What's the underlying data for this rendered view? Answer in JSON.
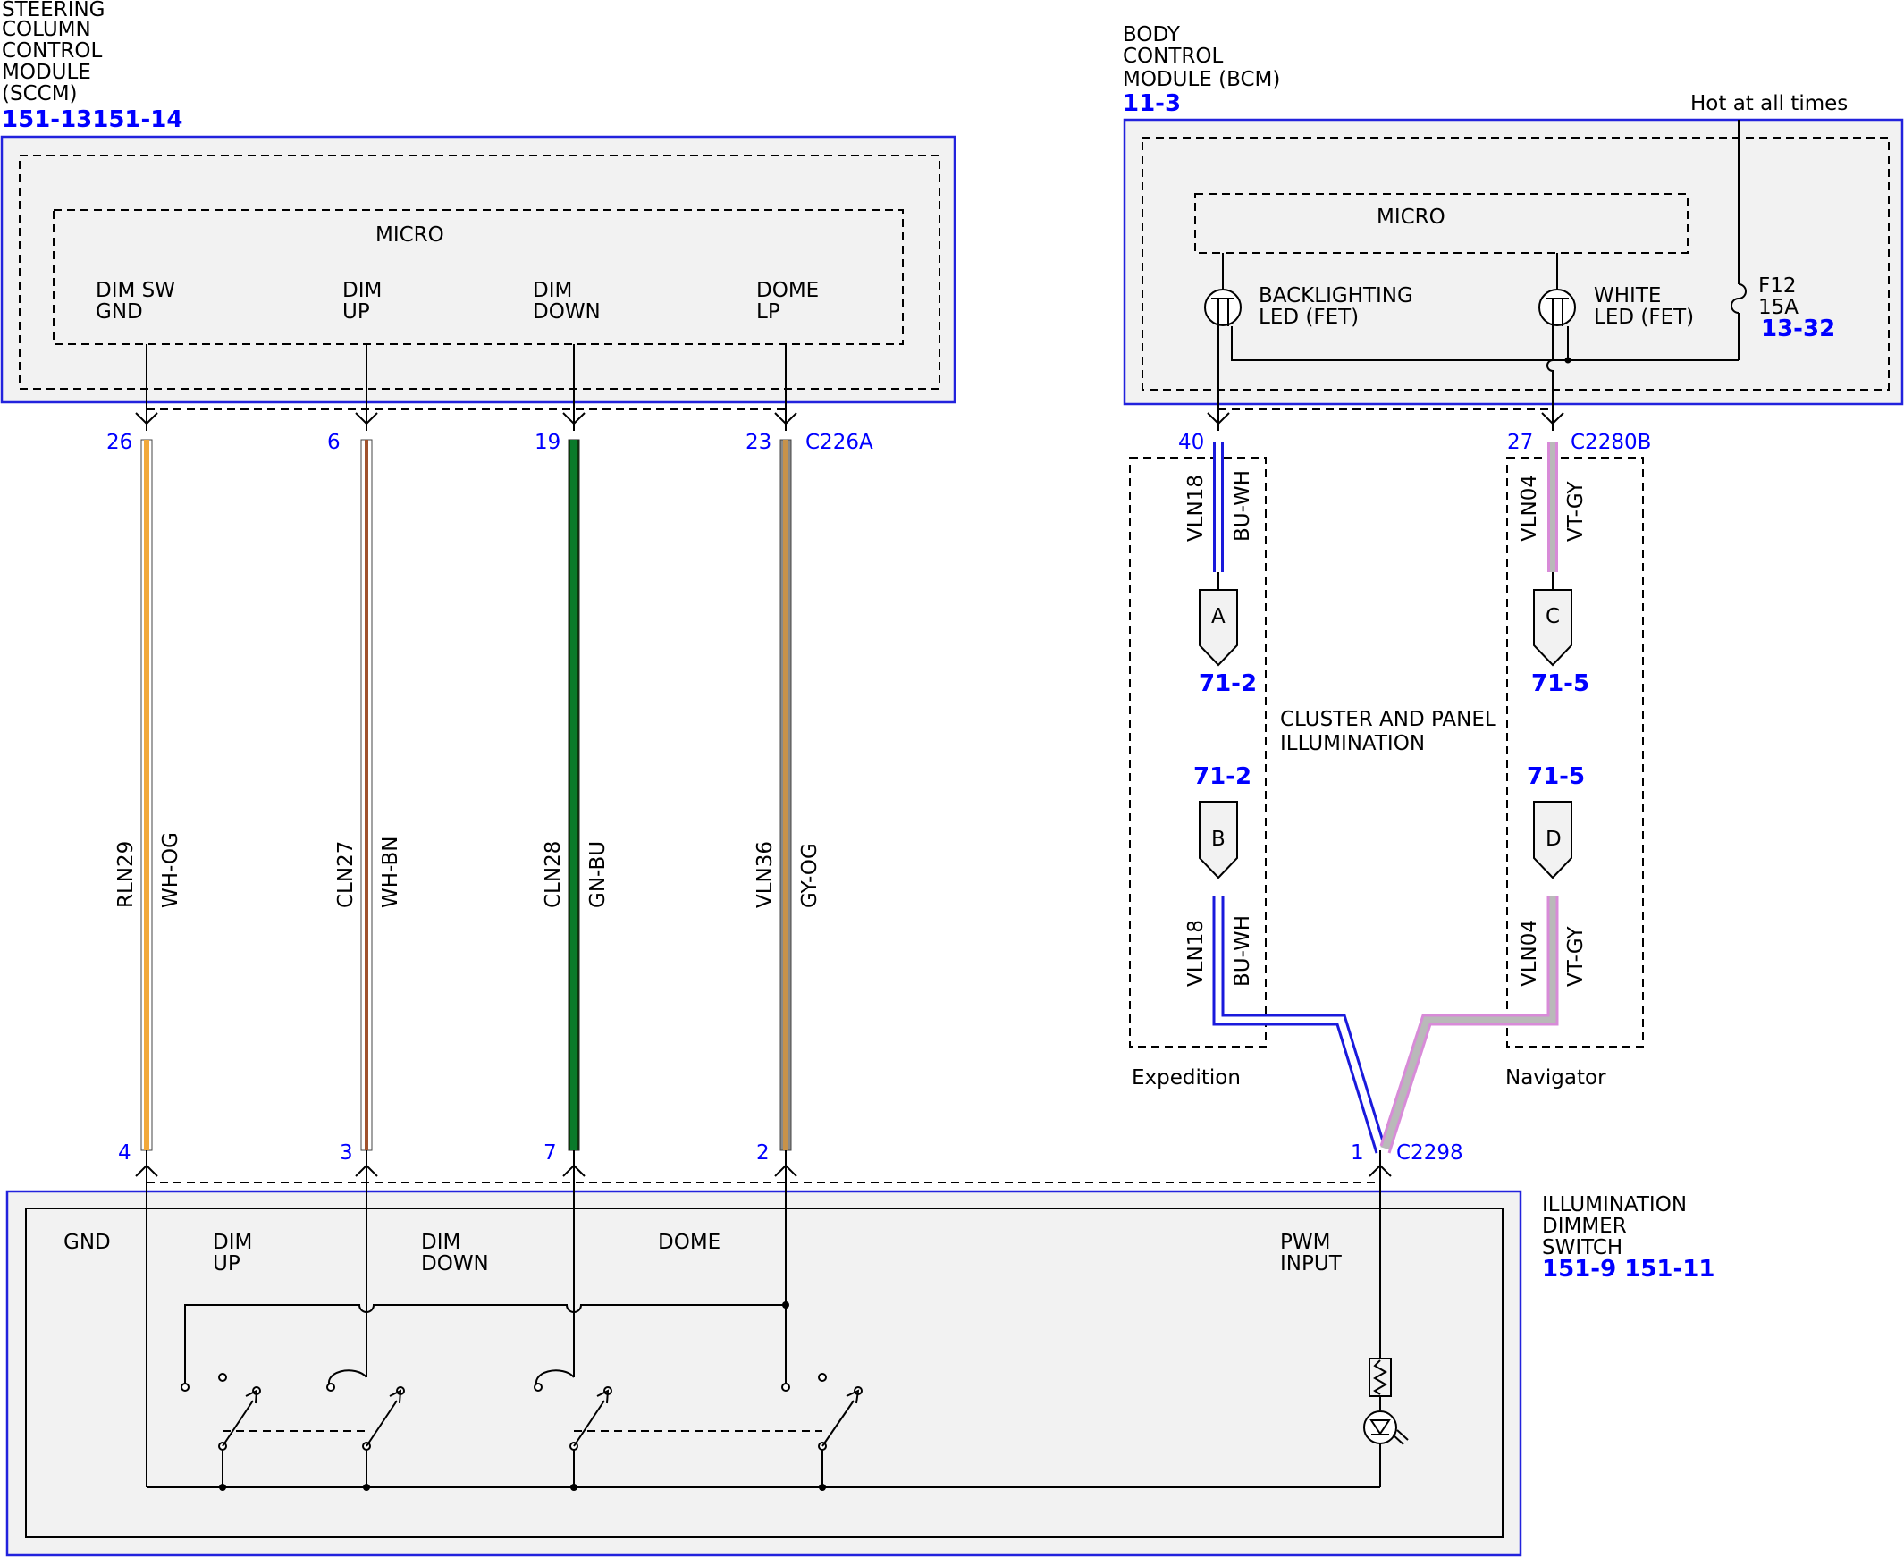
{
  "sccm": {
    "title": [
      "STEERING",
      "COLUMN",
      "CONTROL",
      "MODULE",
      "(SCCM)"
    ],
    "ref": "151-13151-14",
    "micro_label": "MICRO",
    "pins": [
      {
        "name": [
          "DIM SW",
          "GND"
        ],
        "pin": "26",
        "circuit": "RLN29",
        "color_code": "WH-OG",
        "bottom_pin": "4",
        "wire_color": "#f2a93b"
      },
      {
        "name": [
          "DIM",
          "UP"
        ],
        "pin": "6",
        "circuit": "CLN27",
        "color_code": "WH-BN",
        "bottom_pin": "3",
        "wire_color": "#a0522d"
      },
      {
        "name": [
          "DIM",
          "DOWN"
        ],
        "pin": "19",
        "circuit": "CLN28",
        "color_code": "GN-BU",
        "bottom_pin": "7",
        "wire_color": "#0a7a2a"
      },
      {
        "name": [
          "DOME",
          "LP"
        ],
        "pin": "23",
        "circuit": "VLN36",
        "color_code": "GY-OG",
        "bottom_pin": "2",
        "wire_color": "#c8924a"
      }
    ],
    "connector": "C226A"
  },
  "bcm": {
    "title": [
      "BODY",
      "CONTROL",
      "MODULE (BCM)"
    ],
    "ref": "11-3",
    "hot_label": "Hot at all times",
    "micro_label": "MICRO",
    "fuse": {
      "name": "F12",
      "rating": "15A",
      "ref": "13-32"
    },
    "leds": [
      {
        "label": [
          "BACKLIGHTING",
          "LED (FET)"
        ]
      },
      {
        "label": [
          "WHITE",
          "LED (FET)"
        ]
      }
    ]
  },
  "harness": {
    "left": {
      "pin": "40",
      "circuit": "VLN18",
      "color_code": "BU-WH",
      "wire_color": "#1a1adc",
      "top_connector": "A",
      "top_ref": "71-2",
      "bottom_connector": "B",
      "bottom_ref": "71-2",
      "label": "Expedition"
    },
    "right": {
      "pin": "27",
      "circuit": "VLN04",
      "color_code": "VT-GY",
      "wire_color": "#d88bd8",
      "top_connector": "C",
      "top_ref": "71-5",
      "bottom_connector": "D",
      "bottom_ref": "71-5",
      "label": "Navigator"
    },
    "right_connector": "C2280B",
    "center_label": [
      "CLUSTER AND PANEL",
      "ILLUMINATION"
    ]
  },
  "dimmer": {
    "title": [
      "ILLUMINATION",
      "DIMMER",
      "SWITCH"
    ],
    "refs": "151-9  151-11",
    "labels": {
      "gnd": [
        "GND"
      ],
      "dim_up": [
        "DIM",
        "UP"
      ],
      "dim_down": [
        "DIM",
        "DOWN"
      ],
      "dome": [
        "DOME"
      ],
      "pwm": [
        "PWM",
        "INPUT"
      ]
    },
    "pwm_pin": "1",
    "pwm_connector": "C2298"
  },
  "colors": {
    "pin_text": "#0000ff",
    "module_border": "#2222dd",
    "module_fill": "#f2f2f2"
  }
}
